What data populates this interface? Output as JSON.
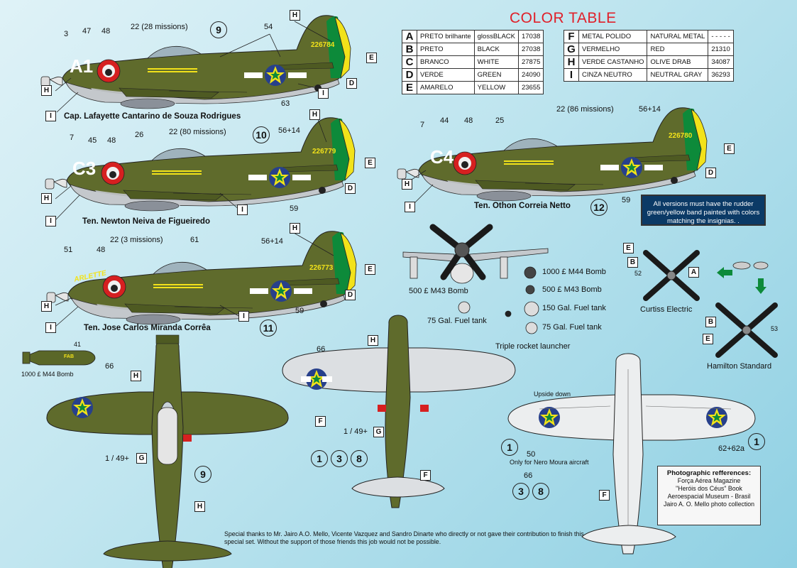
{
  "color_table": {
    "title": "COLOR TABLE",
    "left": [
      {
        "letter": "A",
        "pt": "PRETO brilhante",
        "en": "glossBLACK",
        "code": "17038"
      },
      {
        "letter": "B",
        "pt": "PRETO",
        "en": "BLACK",
        "code": "27038"
      },
      {
        "letter": "C",
        "pt": "BRANCO",
        "en": "WHITE",
        "code": "27875"
      },
      {
        "letter": "D",
        "pt": "VERDE",
        "en": "GREEN",
        "code": "24090"
      },
      {
        "letter": "E",
        "pt": "AMARELO",
        "en": "YELLOW",
        "code": "23655"
      }
    ],
    "right": [
      {
        "letter": "F",
        "pt": "METAL POLIDO",
        "en": "NATURAL METAL",
        "code": "- - - - -"
      },
      {
        "letter": "G",
        "pt": "VERMELHO",
        "en": "RED",
        "code": "21310"
      },
      {
        "letter": "H",
        "pt": "VERDE CASTANHO",
        "en": "OLIVE DRAB",
        "code": "34087"
      },
      {
        "letter": "I",
        "pt": "CINZA NEUTRO",
        "en": "NEUTRAL GRAY",
        "code": "36293"
      }
    ]
  },
  "aircraft": {
    "a9": {
      "code": "A1",
      "serial": "226784",
      "caption": "Cap. Lafayette Cantarino de Souza Rodrigues",
      "num": "9",
      "missions": "22 (28 missions)",
      "n3": "3",
      "n47": "47",
      "n48": "48",
      "n54": "54",
      "n63": "63"
    },
    "a10": {
      "code": "C3",
      "serial": "226779",
      "caption": "Ten. Newton Neiva de Figueiredo",
      "num": "10",
      "missions": "22 (80 missions)",
      "n7": "7",
      "n45": "45",
      "n48": "48",
      "n26": "26",
      "n56": "56+14",
      "n59": "59"
    },
    "a11": {
      "code": "ARLETTE",
      "serial": "226773",
      "caption": "Ten. Jose Carlos Miranda Corrêa",
      "num": "11",
      "missions": "22 (3 missions)",
      "n51": "51",
      "n48": "48",
      "n61": "61",
      "n56": "56+14",
      "n59": "59"
    },
    "a12": {
      "code": "C4",
      "serial": "226780",
      "caption": "Ten. Othon Correia Netto",
      "num": "12",
      "missions": "22 (86 missions)",
      "n7": "7",
      "n44": "44",
      "n48": "48",
      "n25": "25",
      "n56": "56+14",
      "n59": "59"
    }
  },
  "stores": {
    "bomb1000": "1000 £ M44 Bomb",
    "bomb500": "500 £ M43 Bomb",
    "tank150": "150 Gal. Fuel tank",
    "tank75": "75 Gal. Fuel tank",
    "bomb500_left": "500 £ M43 Bomb",
    "tank75_left": "75 Gal. Fuel tank",
    "rocket": "Triple rocket launcher",
    "bomb_label": "1000 £ M44 Bomb",
    "bomb_num": "41",
    "bomb_text": "FAB"
  },
  "props": {
    "curtiss": "Curtiss Electric",
    "hamilton": "Hamilton Standard",
    "n52": "52",
    "n53": "53"
  },
  "planform": {
    "top_n66": "66",
    "top_g": "1 / 49+",
    "top_num": "9",
    "mid_n66": "66",
    "mid_g": "1 / 49+",
    "mid_nums": [
      "1",
      "3",
      "8"
    ],
    "bot_upside": "Upside down",
    "bot_n50": "50",
    "bot_num1": "1",
    "bot_only": "Only for Nero Moura aircraft",
    "bot_n62": "62+62a",
    "bot_num1b": "1",
    "bot_n66": "66",
    "bot_nums": [
      "3",
      "8"
    ]
  },
  "note": "All versions must have the rudder green/yellow band painted with colors matching the insignias.   .",
  "refs": {
    "title": "Photographic refferences:",
    "lines": [
      "Força Aérea Magazine",
      "\"Heróis dos Céus\" Book",
      "Aeroespacial Museum - Brasil",
      "Jairo A. O. Mello photo collection"
    ]
  },
  "thanks": "Special thanks to Mr. Jairo A.O. Mello, Vicente Vazquez and Sandro Dinarte who directly or not gave their contribution to finish this special set.  Without the support of those friends this job would not be possible.",
  "colors": {
    "olive": "#5f6b2c",
    "gray": "#c4c8cc",
    "yellow": "#f2e21a",
    "green": "#0d8a3a",
    "red": "#d62020",
    "blue": "#27408b"
  }
}
